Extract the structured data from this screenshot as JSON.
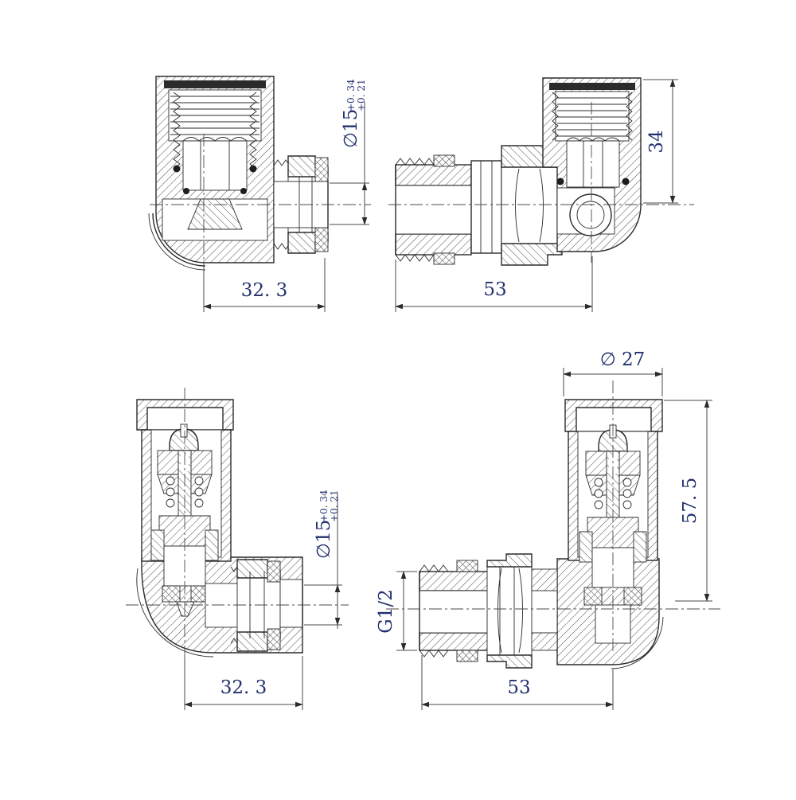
{
  "drawing": {
    "background": "#ffffff",
    "line_color": "#2b2b2b",
    "dim_line_color": "#4a4a4a",
    "dim_text_color": "#22306f"
  },
  "views": {
    "top_left": {
      "width_dim": "32. 3",
      "bore_dia": "∅15",
      "bore_tol_upper": "+0. 34",
      "bore_tol_lower": "+0. 21"
    },
    "top_right": {
      "width_dim": "53",
      "height_dim": "34"
    },
    "bottom_left": {
      "width_dim": "32. 3",
      "bore_dia": "∅15",
      "bore_tol_upper": "+0. 34",
      "bore_tol_lower": "+0. 21"
    },
    "bottom_right": {
      "cap_dia_dim": "∅ 27",
      "height_dim": "57. 5",
      "width_dim": "53",
      "thread_dim": "G1/2"
    }
  }
}
